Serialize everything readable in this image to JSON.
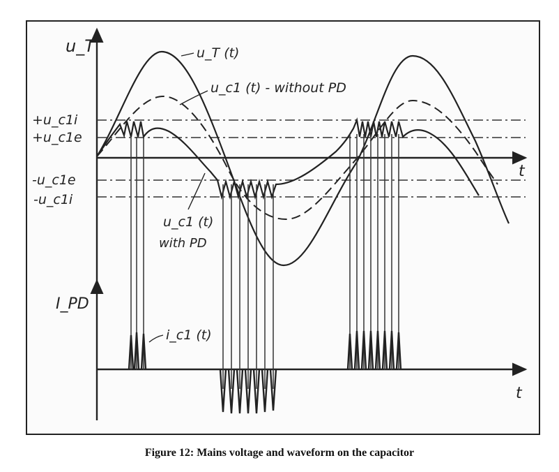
{
  "figure": {
    "caption": "Figure 12: Mains voltage and waveform on the capacitor",
    "axes": {
      "upper_y_label": "u_T",
      "lower_y_label": "I_PD",
      "x_label": "t"
    },
    "levels": {
      "plus_uc1i": "+u_c1i",
      "plus_uc1e": "+u_c1e",
      "minus_uc1e": "-u_c1e",
      "minus_uc1i": "-u_c1i"
    },
    "curve_labels": {
      "ut": "u_T (t)",
      "uc1_without": "u_c1 (t) - without PD",
      "uc1_with_line1": "u_c1 (t)",
      "uc1_with_line2": "with PD",
      "ic1": "i_c1 (t)"
    },
    "colors": {
      "ink": "#222222",
      "paper": "#fbfbfb"
    }
  }
}
